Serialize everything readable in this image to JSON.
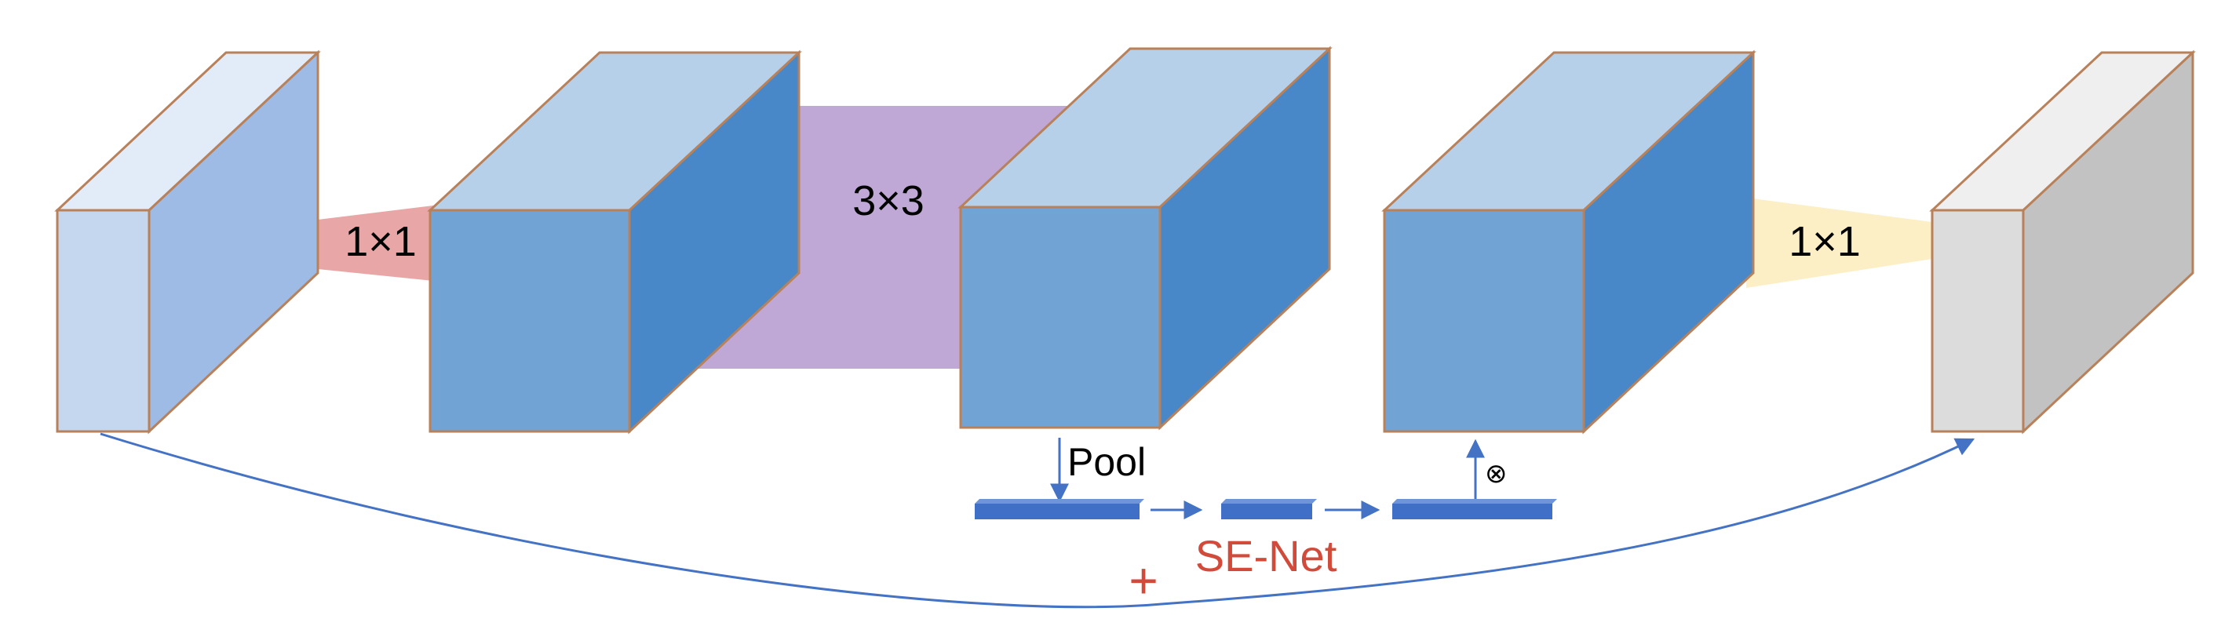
{
  "labels": {
    "conv1_kernel": "1×1",
    "conv2_kernel": "3×3",
    "conv3_kernel": "1×1",
    "pool": "Pool",
    "multiply": "⊗",
    "se_block": "SE-Net",
    "residual_add": "+"
  },
  "colors": {
    "input_block_front": "#c5d7ef",
    "input_block_top": "#e2ebf8",
    "input_block_side": "#9dbbe4",
    "feature_front": "#72a3d5",
    "feature_top": "#b6d0ea",
    "feature_side": "#4888c8",
    "output_front": "#dcdcdc",
    "output_top": "#efefef",
    "output_side": "#c2c2c2",
    "edge": "#b8815a",
    "conv1_fill": "#e8a6a6",
    "conv3x3_fill": "#bfa8d6",
    "conv_last_fill": "#fcefc6",
    "arrow": "#4472c4",
    "se_bar": "#3f6fc7",
    "accent_red": "#d24a3a"
  }
}
